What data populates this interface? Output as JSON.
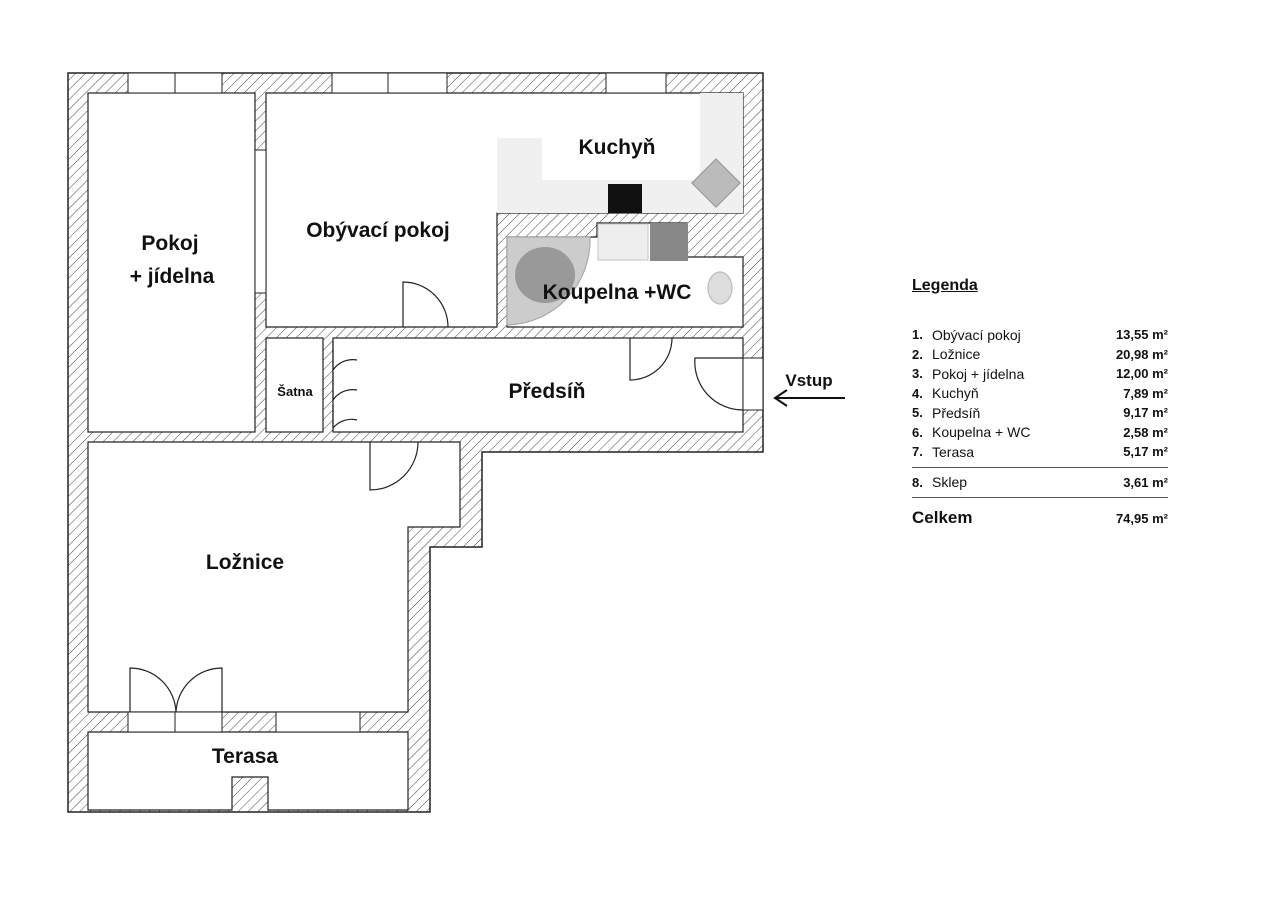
{
  "rooms": {
    "pokoj_line1": "Pokoj",
    "pokoj_line2": "+ jídelna",
    "obyvaci": "Obývací pokoj",
    "kuchyn": "Kuchyň",
    "koupelna": "Koupelna +WC",
    "satna": "Šatna",
    "predsin": "Předsíň",
    "loznice": "Ložnice",
    "terasa": "Terasa"
  },
  "entry": {
    "label": "Vstup"
  },
  "legend": {
    "title": "Legenda",
    "items": [
      {
        "n": "1.",
        "name": "Obývací pokoj",
        "area": "13,55 m²"
      },
      {
        "n": "2.",
        "name": "Ložnice",
        "area": "20,98 m²"
      },
      {
        "n": "3.",
        "name": "Pokoj + jídelna",
        "area": "12,00 m²"
      },
      {
        "n": "4.",
        "name": "Kuchyň",
        "area": "7,89 m²"
      },
      {
        "n": "5.",
        "name": "Předsíň",
        "area": "9,17 m²"
      },
      {
        "n": "6.",
        "name": "Koupelna + WC",
        "area": "2,58 m²"
      },
      {
        "n": "7.",
        "name": "Terasa",
        "area": "5,17 m²"
      }
    ],
    "extra": {
      "n": "8.",
      "name": "Sklep",
      "area": "3,61 m²"
    },
    "total_label": "Celkem",
    "total": "74,95 m²"
  }
}
